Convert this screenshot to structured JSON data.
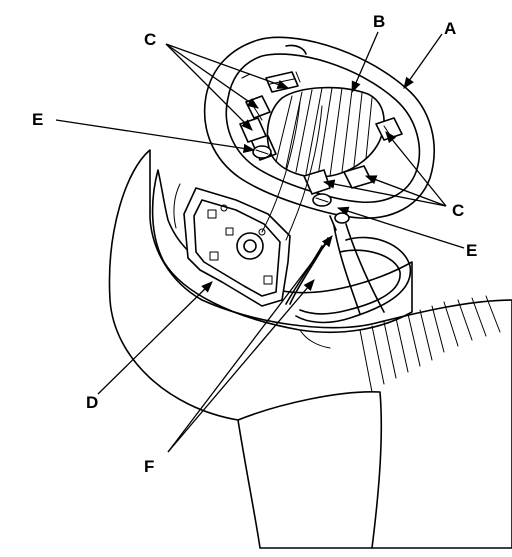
{
  "callouts": {
    "a": "A",
    "b": "B",
    "c_top": "C",
    "c_right": "C",
    "d": "D",
    "e_left": "E",
    "e_right": "E",
    "f": "F"
  }
}
